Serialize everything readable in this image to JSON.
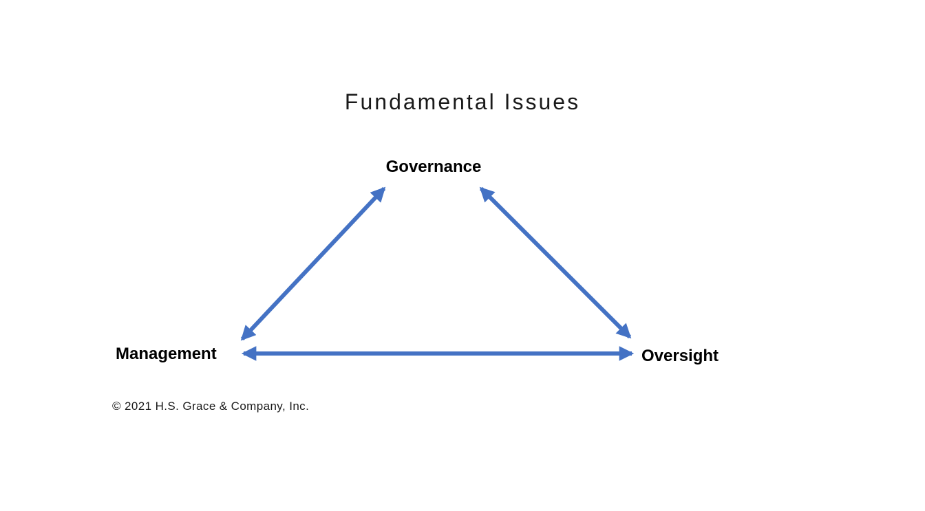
{
  "diagram": {
    "title": "Fundamental Issues",
    "nodes": {
      "governance": {
        "label": "Governance"
      },
      "management": {
        "label": "Management"
      },
      "oversight": {
        "label": "Oversight"
      }
    },
    "edges": [
      {
        "from": "management",
        "to": "governance",
        "direction": "bidirectional"
      },
      {
        "from": "governance",
        "to": "oversight",
        "direction": "bidirectional"
      },
      {
        "from": "management",
        "to": "oversight",
        "direction": "bidirectional"
      }
    ],
    "arrow_color": "#4472C4",
    "footer": "© 2021 H.S. Grace & Company, Inc."
  }
}
